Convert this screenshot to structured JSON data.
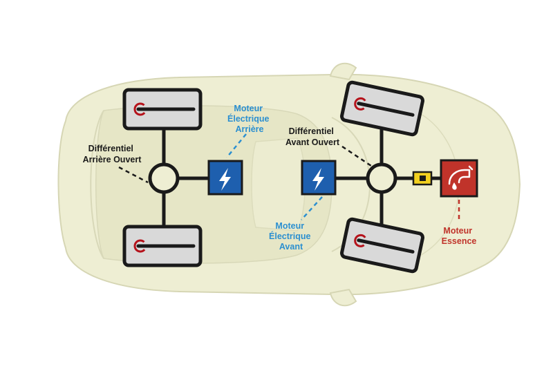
{
  "labels": {
    "rear_differential": [
      "Différentiel",
      "Arrière Ouvert"
    ],
    "front_differential": [
      "Différentiel",
      "Avant Ouvert"
    ],
    "rear_electric_motor": [
      "Moteur",
      "Électrique",
      "Arrière"
    ],
    "front_electric_motor": [
      "Moteur",
      "Électrique",
      "Avant"
    ],
    "petrol_engine": [
      "Moteur",
      "Essence"
    ]
  },
  "colors": {
    "car_body": "#eeeed3",
    "car_outline": "#d6d6b4",
    "axle": "#1a1a1a",
    "tire_fill": "#d9d9d9",
    "hub_red": "#b5121b",
    "electric_box": "#1e5fae",
    "electric_label": "#2b8fd0",
    "engine_box": "#c0332a",
    "engine_label": "#c0332a",
    "coupler": "#f2d01f"
  },
  "icons": {
    "electric_motor": "lightning-bolt-icon",
    "engine": "fuel-pump-icon",
    "hub": "brake-hub-icon"
  }
}
